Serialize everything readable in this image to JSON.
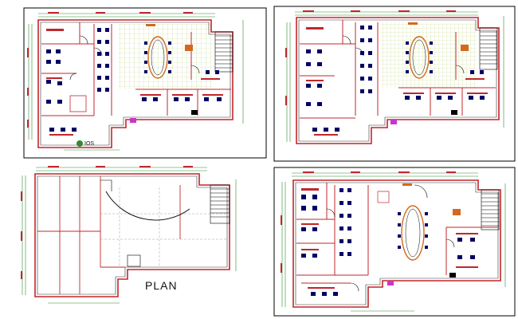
{
  "labels": {
    "plan": "PLAN",
    "ios": "IOS"
  },
  "sheets": [
    {
      "id": "top-left",
      "kind": "furnished-plan"
    },
    {
      "id": "top-right",
      "kind": "furnished-plan"
    },
    {
      "id": "bottom-left",
      "kind": "empty-plan"
    },
    {
      "id": "bottom-right",
      "kind": "furnished-plan"
    }
  ],
  "colors": {
    "frame": "#000000",
    "wall": "#c1272d",
    "grid": "#c8d98a",
    "furniture": "#000066",
    "accent_orange": "#d2691e",
    "dimension": "#2e8b2e",
    "magenta": "#cc33cc"
  }
}
